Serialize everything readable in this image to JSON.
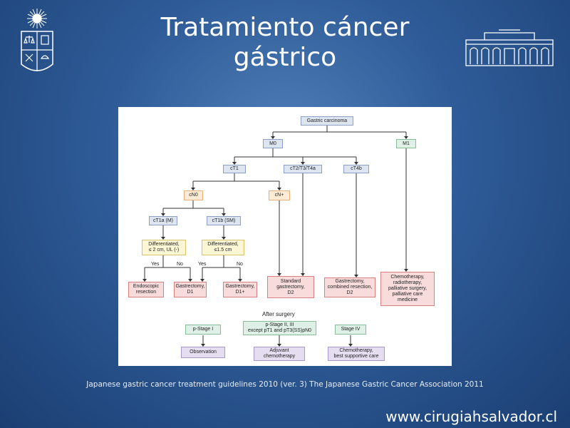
{
  "slide": {
    "title_line1": "Tratamiento cáncer",
    "title_line2": "gástrico",
    "citation": "Japanese gastric cancer treatment guidelines 2010 (ver. 3) The Japanese Gastric Cancer Association 2011",
    "url": "www.cirugiahsalvador.cl"
  },
  "logos": {
    "left": "university-crest-icon",
    "right": "hospital-building-icon"
  },
  "flowchart": {
    "root": "Gastric carcinoma",
    "m0": "M0",
    "m1": "M1",
    "ct1": "cT1",
    "ct2": "cT2/T3/T4a",
    "ct4b": "cT4b",
    "cn0": "cN0",
    "cnplus": "cN+",
    "ct1a": "cT1a (M)",
    "ct1b": "cT1b (SM)",
    "diff1": "Differentiated,\n≤ 2 cm, UL (-)",
    "diff2": "Differentiated,\n≤1.5 cm",
    "yes1": "Yes",
    "no1": "No",
    "yes2": "Yes",
    "no2": "No",
    "endoscopic": "Endoscopic\nresection",
    "gastrectomy_d1": "Gastrectomy,\nD1",
    "gastrectomy_d1plus": "Gastrectomy,\nD1+",
    "standard_d2": "Standard\ngastrectomy,\nD2",
    "combined_d2": "Gastrectomy,\ncombined resection,\nD2",
    "chemo_palliative": "Chemotherapy,\nradiotherapy,\npalliative surgery,\npalliative care\nmedicine",
    "after_surgery": "After surgery",
    "pstage1": "p-Stage I",
    "pstage23": "p-Stage II, III\nexcept pT1 and pT3(SS)pN0",
    "stage4": "Stage IV",
    "observation": "Observation",
    "adjuvant": "Adjuvant\nchemotherapy",
    "chemo_best": "Chemotherapy,\nbest supportive care"
  },
  "colors": {
    "background": "#2e5b97",
    "blue_box": "#dde5f1",
    "green_box": "#dff0e6",
    "orange_box": "#fdebd6",
    "yellow_box": "#fdf6d4",
    "red_box": "#f8dcdc",
    "purple_box": "#e5def0"
  }
}
